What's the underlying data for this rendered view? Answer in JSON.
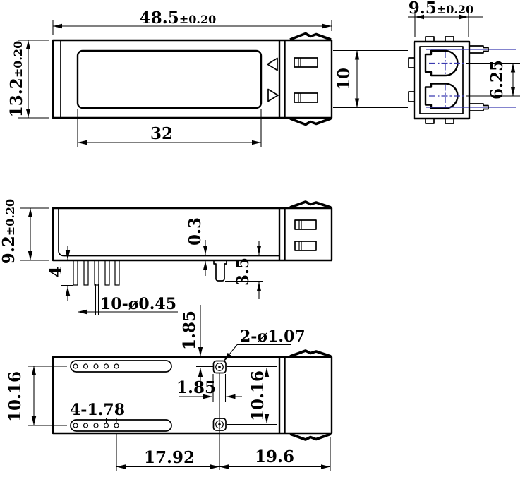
{
  "drawing": {
    "colors": {
      "line": "#000000",
      "accent": "#3a3ab0",
      "background": "#ffffff"
    },
    "dims": {
      "front_width_value": "48.5",
      "front_width_tol": "±0.20",
      "front_height_value": "13.2",
      "front_height_tol": "±0.20",
      "front_label_width": "32",
      "front_port_height": "10",
      "end_width_value": "9.5",
      "end_width_tol": "±0.20",
      "end_port_pitch": "6.25",
      "side_height_value": "9.2",
      "side_height_tol": "±0.20",
      "side_pin_length": "4",
      "side_pins_label": "10-ø0.45",
      "side_standoff": "0.3",
      "side_post_length": "3.5",
      "bottom_slot_pitch": "10.16",
      "bottom_slot_holes_label": "4-1.78",
      "bottom_post_offset_v": "1.85",
      "bottom_post_offset_h": "1.85",
      "bottom_posts_label": "2-ø1.07",
      "bottom_post_pitch": "10.16",
      "bottom_post_to_holes": "17.92",
      "bottom_post_to_end": "19.6"
    }
  }
}
